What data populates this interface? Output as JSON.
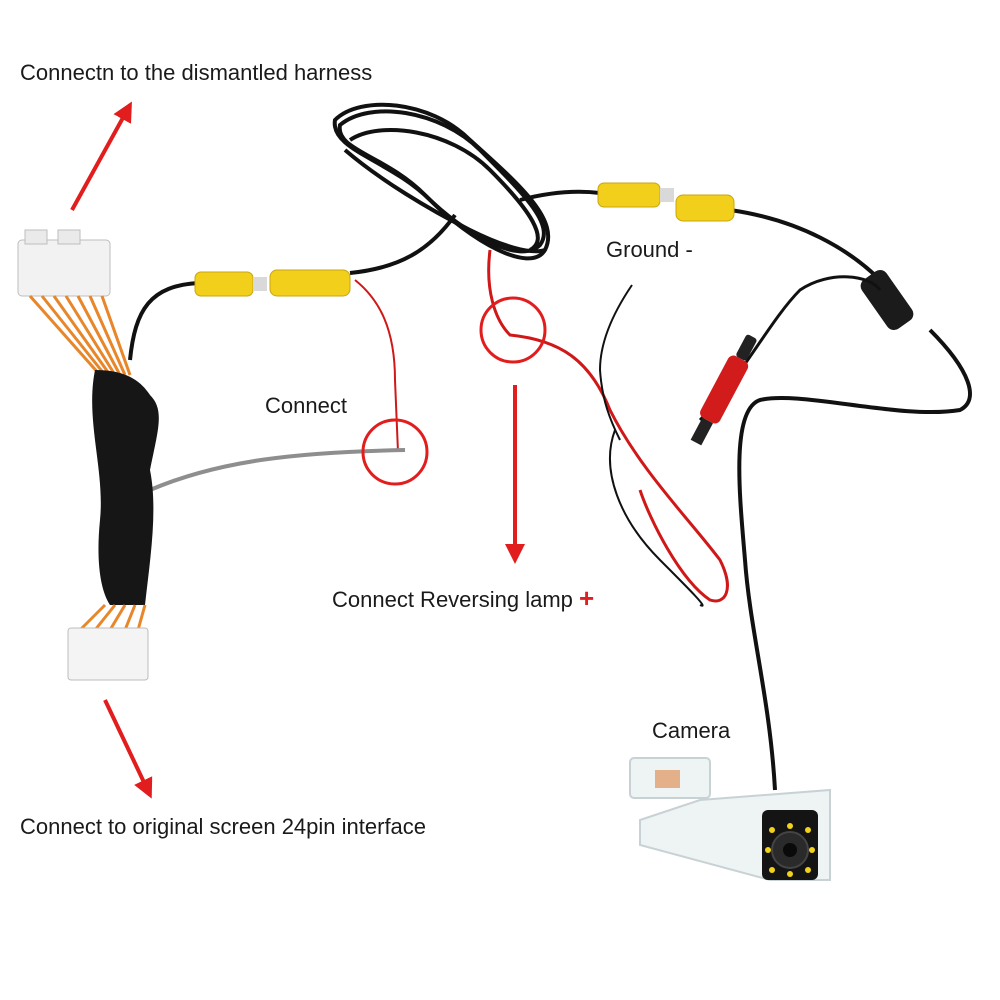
{
  "labels": {
    "harness": "Connectn to the dismantled harness",
    "connect": "Connect",
    "ground": "Ground -",
    "reversing": "Connect Reversing lamp",
    "reversing_plus": "+",
    "camera": "Camera",
    "screen": "Connect to original screen 24pin interface"
  },
  "colors": {
    "arrow": "#e11d1d",
    "cable": "#111111",
    "red_wire": "#d01818",
    "grey_wire": "#8e8e8e",
    "rca_yellow": "#f2cf1a",
    "orange_wire": "#e8862a"
  }
}
